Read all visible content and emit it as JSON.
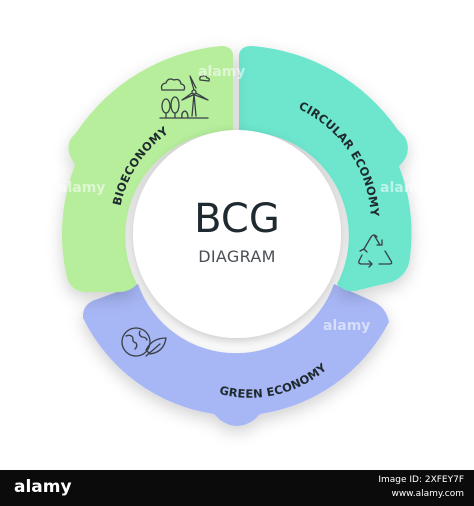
{
  "center": {
    "title": "BCG",
    "subtitle": "DIAGRAM"
  },
  "segments": [
    {
      "label": "BIOECONOMY",
      "color": "#b6ee9c",
      "icon": "wind-turbine-trees-icon"
    },
    {
      "label": "CIRCULAR ECONOMY",
      "color": "#6de6cd",
      "icon": "recycle-icon"
    },
    {
      "label": "GREEN ECONOMY",
      "color": "#a7b6f5",
      "icon": "globe-leaf-icon"
    }
  ],
  "watermark": {
    "text": "alamy"
  },
  "footer": {
    "brand": "alamy",
    "image_id": "Image ID: 2XFEY7F",
    "site": "www.alamy.com"
  },
  "colors": {
    "bioeconomy": "#b6ee9c",
    "circular_economy": "#6de6cd",
    "green_economy": "#a7b6f5",
    "center": "#ffffff",
    "footer_bg": "#0b0b0b"
  }
}
